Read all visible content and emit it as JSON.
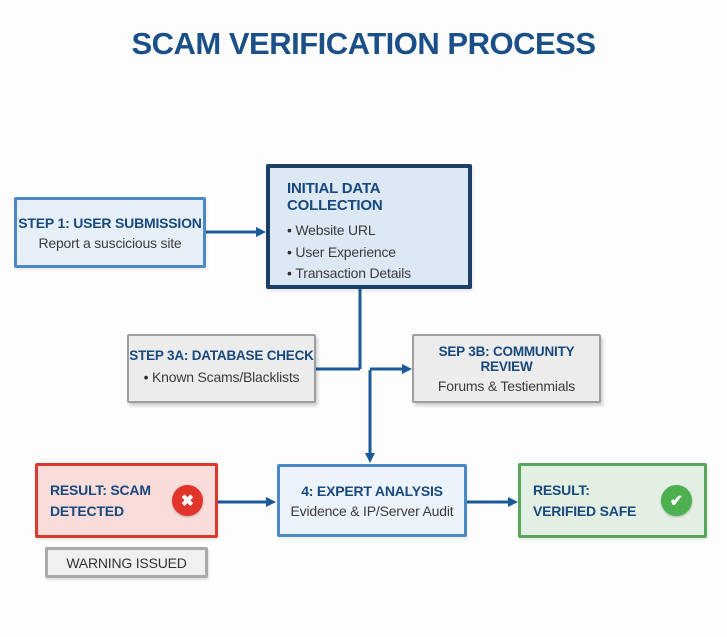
{
  "title": "SCAM VERIFICATION PROCESS",
  "colors": {
    "title_blue": "#1b4f87",
    "header_blue": "#17497e",
    "arrow_blue": "#1b5a99",
    "navy_border": "#1c3f66",
    "blue_border": "#4a89c4",
    "gray_border": "#9e9e9e",
    "red_border": "#da3a2e",
    "red_bg": "#fadcda",
    "red_icon": "#e3342c",
    "green_border": "#58a55c",
    "green_bg": "#e3efe2",
    "green_icon": "#4caf50"
  },
  "icons": {
    "x_circle": "✖",
    "check_circle": "✔"
  },
  "nodes": {
    "step1": {
      "title": "STEP 1: USER SUBMISSION",
      "subtitle": "Report a suscicious site"
    },
    "data_collection": {
      "title": "INITIAL DATA COLLECTION",
      "bullets": [
        "Website URL",
        "User Experience",
        "Transaction Details"
      ]
    },
    "step3a": {
      "title": "STEP 3A: DATABASE CHECK",
      "bullet": "Known Scams/Blacklists"
    },
    "step3b": {
      "title": "SEP 3B: COMMUNITY REVIEW",
      "subtitle": "Forums & Testienmials"
    },
    "scam_detected": {
      "lines": [
        "RESULT: SCAM",
        "DETECTED"
      ]
    },
    "expert_analysis": {
      "title": "4: EXPERT ANALYSIS",
      "subtitle": "Evidence & IP/Server Audit"
    },
    "verified_safe": {
      "lines": [
        "RESULT:",
        "VERIFIED SAFE"
      ]
    },
    "warning": {
      "label": "WARNING ISSUED"
    }
  }
}
